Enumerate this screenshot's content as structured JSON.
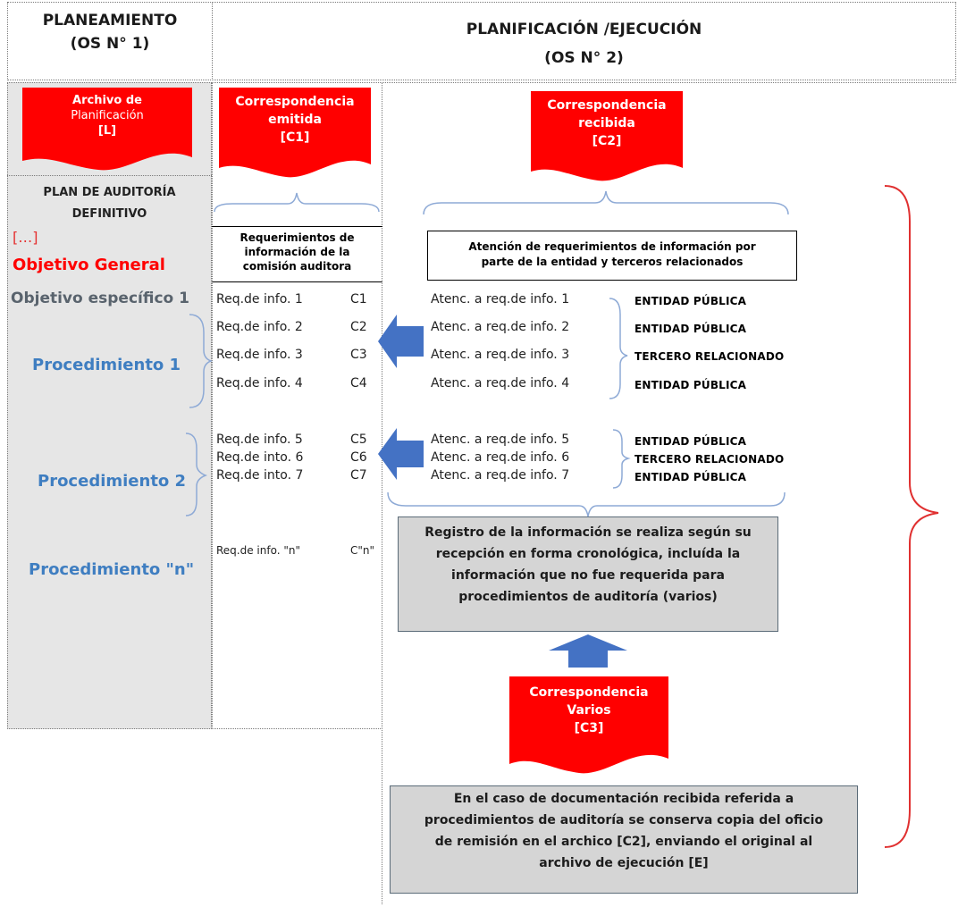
{
  "header": {
    "left_line1": "PLANEAMIENTO",
    "left_line2": "(OS N° 1)",
    "right_line1": "PLANIFICACIÓN /EJECUCIÓN",
    "right_line2": "(OS N° 2)"
  },
  "colors": {
    "document_red": "#ff0000",
    "arrow_blue": "#4472c4",
    "brace_red": "#e03030",
    "brace_blue": "#8eaad6"
  },
  "docs": {
    "L": {
      "line1": "Archivo de",
      "line2": "Planificación",
      "line3": "[L]"
    },
    "C1": {
      "line1": "Correspondencia",
      "line2": "emitida",
      "line3": "[C1]"
    },
    "C2": {
      "line1": "Correspondencia",
      "line2": "recibida",
      "line3": "[C2]"
    },
    "C3": {
      "line1": "Correspondencia",
      "line2": "Varios",
      "line3": "[C3]"
    }
  },
  "plan": {
    "title1": "PLAN DE AUDITORÍA",
    "title2": "DEFINITIVO",
    "ellipsis": "[…]",
    "objetivo_general": "Objetivo General",
    "objetivo_especifico": "Objetivo específico 1",
    "procedimientos": [
      "Procedimiento 1",
      "Procedimiento 2",
      "Procedimiento \"n\""
    ]
  },
  "requerimientos": {
    "header1": "Requerimientos de",
    "header2": "información de la",
    "header3": "comisión auditora",
    "rows": [
      {
        "req": "Req.de info. 1",
        "code": "C1"
      },
      {
        "req": "Req.de info. 2",
        "code": "C2"
      },
      {
        "req": "Req.de info. 3",
        "code": "C3"
      },
      {
        "req": "Req.de info. 4",
        "code": "C4"
      },
      {
        "req": "Req.de info. 5",
        "code": "C5"
      },
      {
        "req": "Req.de into. 6",
        "code": "C6"
      },
      {
        "req": "Req.de into. 7",
        "code": "C7"
      },
      {
        "req": "Req.de info. \"n\"",
        "code": "C\"n\""
      }
    ]
  },
  "atencion": {
    "header1": "Atención de requerimientos de información por",
    "header2": "parte de la entidad y terceros relacionados",
    "rows": [
      {
        "text": "Atenc. a req.de info. 1",
        "entity": "ENTIDAD PÚBLICA"
      },
      {
        "text": "Atenc. a req.de info. 2",
        "entity": "ENTIDAD PÚBLICA"
      },
      {
        "text": "Atenc. a req.de info. 3",
        "entity": "TERCERO RELACIONADO"
      },
      {
        "text": "Atenc. a req.de info. 4",
        "entity": "ENTIDAD PÚBLICA"
      },
      {
        "text": "Atenc. a req.de info. 5",
        "entity": "ENTIDAD PÚBLICA"
      },
      {
        "text": "Atenc. a req.de info. 6",
        "entity": "TERCERO RELACIONADO"
      },
      {
        "text": "Atenc. a req.de info. 7",
        "entity": "ENTIDAD PÚBLICA"
      }
    ]
  },
  "registro": {
    "line1": "Registro de la información se realiza según su",
    "line2": "recepción en forma cronológica, incluída la",
    "line3": "información que no fue requerida para",
    "line4": "procedimientos de auditoría (varios)"
  },
  "caso": {
    "line1": "En el caso de documentación recibida referida a",
    "line2": "procedimientos de auditoría se conserva copia del oficio",
    "line3": "de remisión en el archico [C2], enviando el original al",
    "line4": "archivo de ejecución [E]"
  }
}
